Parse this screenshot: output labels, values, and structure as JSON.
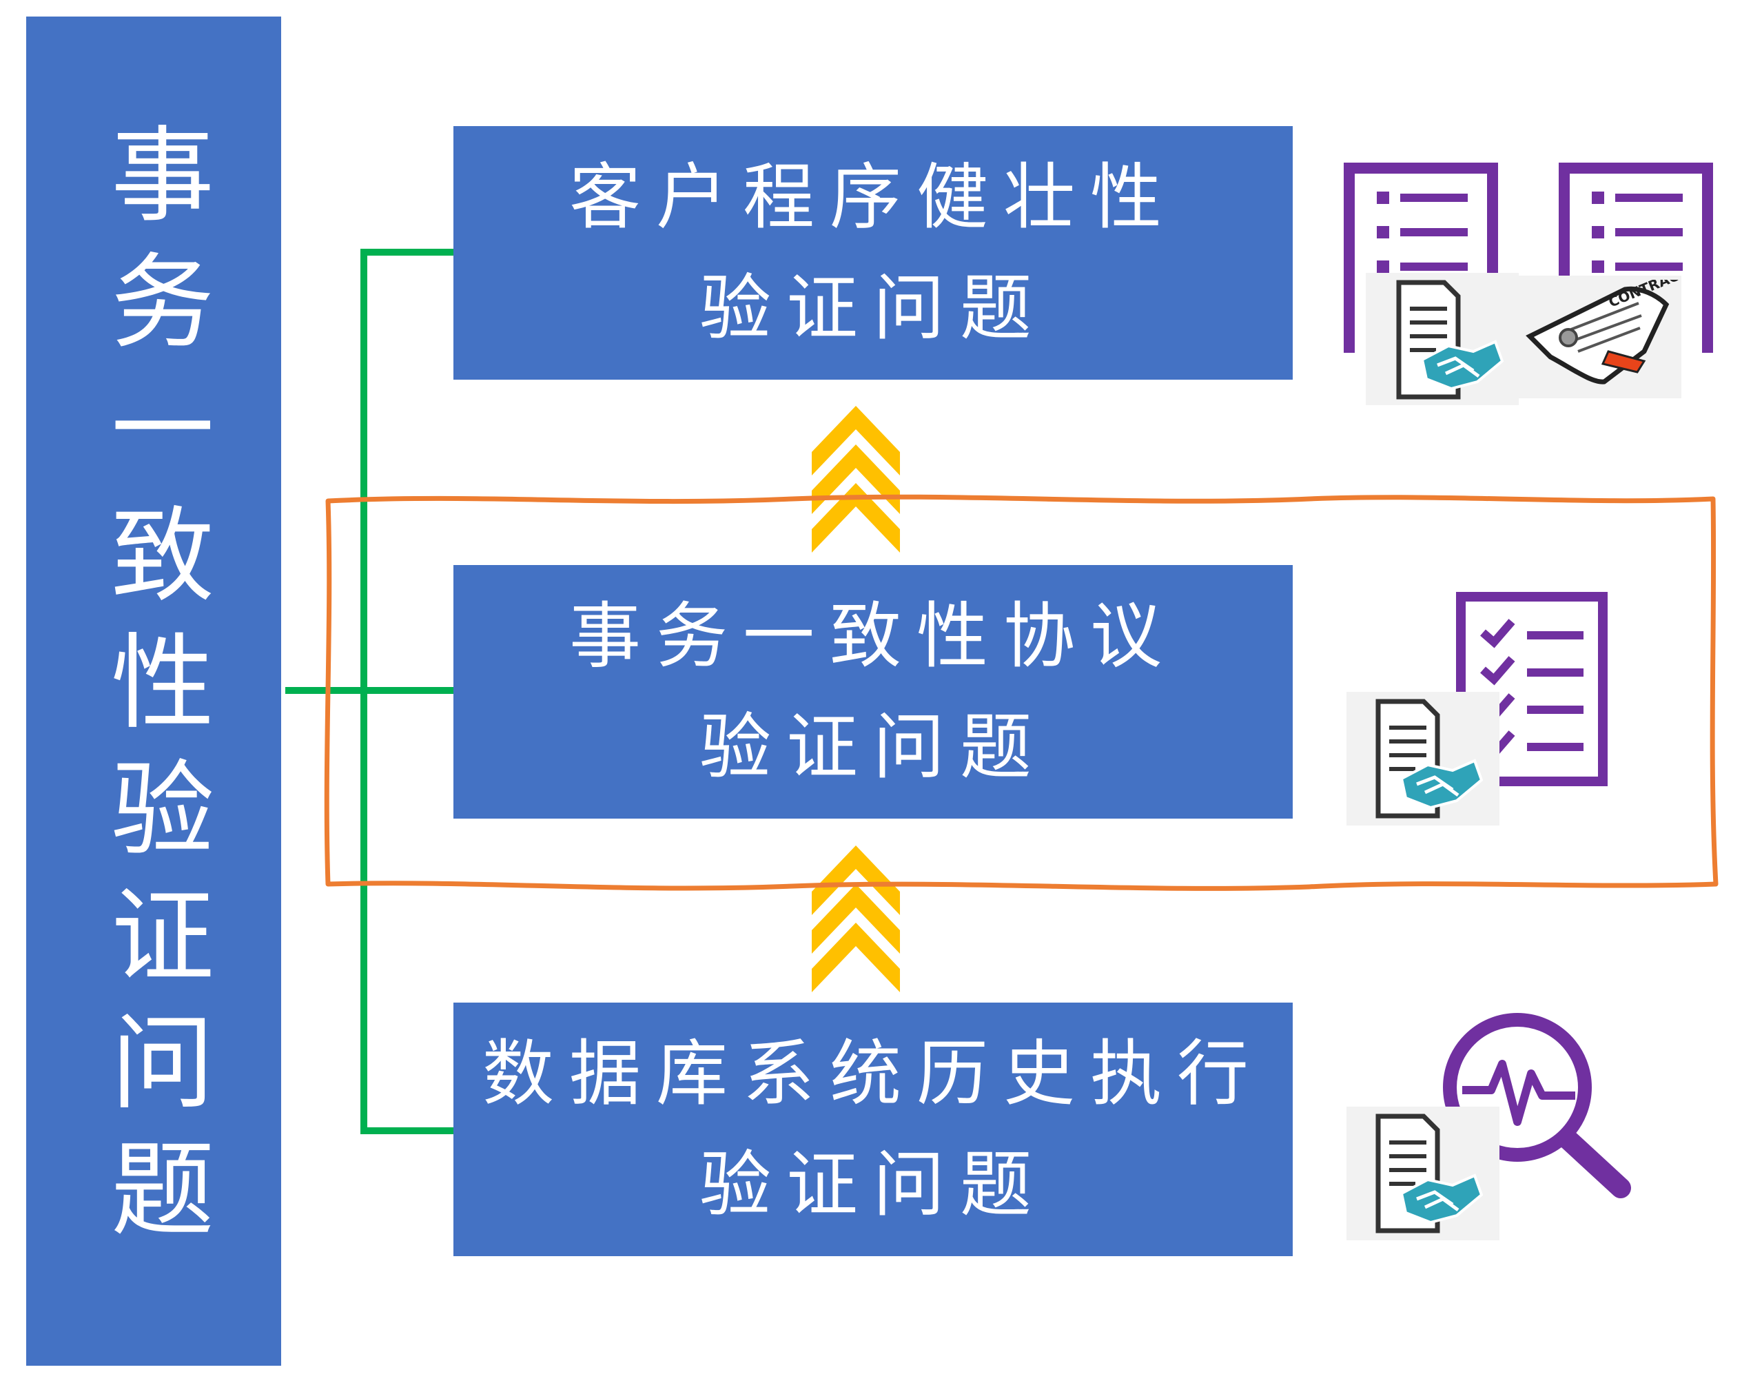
{
  "title": "事务一致性验证问题",
  "boxes": [
    {
      "line1": "客户程序健壮性",
      "line2": "验证问题"
    },
    {
      "line1": "事务一致性协议",
      "line2": "验证问题"
    },
    {
      "line1": "数据库系统历史执行",
      "line2": "验证问题"
    }
  ],
  "icons": {
    "top": [
      "document-list-icon",
      "document-list-icon",
      "handshake-document-icon",
      "contract-icon"
    ],
    "middle": [
      "checklist-icon",
      "handshake-document-icon"
    ],
    "bottom": [
      "magnifier-pulse-icon",
      "handshake-document-icon"
    ],
    "arrows": [
      "chevron-up-icon",
      "chevron-up-icon"
    ]
  },
  "colors": {
    "box": "#4472c4",
    "connector": "#00b050",
    "highlight": "#ed7d31",
    "chevron": "#ffc000",
    "icon_purple": "#7030a0",
    "icon_teal": "#2fa3b8"
  }
}
